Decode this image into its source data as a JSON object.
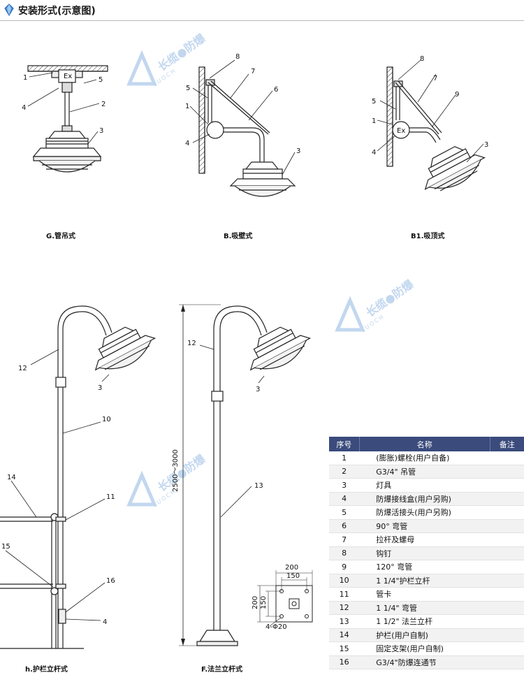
{
  "header": {
    "title": "安装形式(示意图)"
  },
  "captions": {
    "g": "G.管吊式",
    "b": "B.吸壁式",
    "b1": "B1.吸顶式",
    "h": "h.护栏立杆式",
    "f": "F.法兰立杆式"
  },
  "callouts": {
    "g": [
      "1",
      "5",
      "4",
      "2",
      "3"
    ],
    "b": [
      "8",
      "7",
      "5",
      "6",
      "1",
      "4",
      "3"
    ],
    "b1": [
      "8",
      "7",
      "5",
      "9",
      "1",
      "4",
      "3"
    ],
    "h": [
      "12",
      "3",
      "10",
      "14",
      "11",
      "15",
      "16",
      "4"
    ],
    "f": [
      "12",
      "3",
      "13"
    ]
  },
  "box_label": "Ex",
  "dimensions": {
    "height": "2500～3000",
    "base_w": "200",
    "base_w_inner": "150",
    "base_h": "200",
    "base_h_inner": "150",
    "holes": "4-Φ20"
  },
  "watermark": {
    "brand": "长缆●防爆",
    "latin": "SUOCH"
  },
  "table": {
    "headers": [
      "序号",
      "名称",
      "备注"
    ],
    "rows": [
      {
        "no": "1",
        "name": "(膨胀)螺栓(用户自备)",
        "remark": ""
      },
      {
        "no": "2",
        "name": "G3/4\"  吊管",
        "remark": ""
      },
      {
        "no": "3",
        "name": "灯具",
        "remark": ""
      },
      {
        "no": "4",
        "name": "防爆接线盒(用户另购)",
        "remark": ""
      },
      {
        "no": "5",
        "name": "防爆活接头(用户另购)",
        "remark": ""
      },
      {
        "no": "6",
        "name": "90°  弯管",
        "remark": ""
      },
      {
        "no": "7",
        "name": "拉杆及螺母",
        "remark": ""
      },
      {
        "no": "8",
        "name": "钩钉",
        "remark": ""
      },
      {
        "no": "9",
        "name": "120°  弯管",
        "remark": ""
      },
      {
        "no": "10",
        "name": "1 1/4\"护栏立杆",
        "remark": ""
      },
      {
        "no": "11",
        "name": "管卡",
        "remark": ""
      },
      {
        "no": "12",
        "name": "1 1/4\" 弯管",
        "remark": ""
      },
      {
        "no": "13",
        "name": "1 1/2\" 法兰立杆",
        "remark": ""
      },
      {
        "no": "14",
        "name": "护栏(用户自制)",
        "remark": ""
      },
      {
        "no": "15",
        "name": "固定支架(用户自制)",
        "remark": ""
      },
      {
        "no": "16",
        "name": "G3/4\"防爆连通节",
        "remark": ""
      }
    ]
  }
}
